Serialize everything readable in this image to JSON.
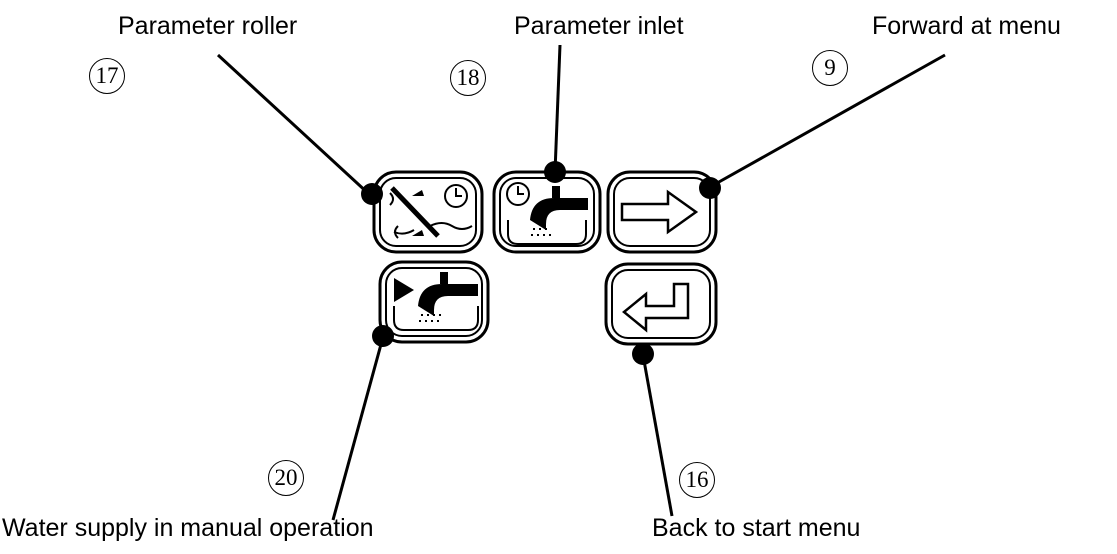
{
  "labels": {
    "parameter_roller": "Parameter roller",
    "parameter_inlet": "Parameter inlet",
    "forward_at_menu": "Forward at menu",
    "water_supply_manual": "Water supply in manual operation",
    "back_to_start_menu": "Back to start menu"
  },
  "numbers": {
    "parameter_roller": "17",
    "parameter_inlet": "18",
    "forward_at_menu": "9",
    "water_supply_manual": "20",
    "back_to_start_menu": "16"
  },
  "icons": {
    "parameter_roller": "roller-clock-icon",
    "parameter_inlet": "tap-clock-icon",
    "forward_at_menu": "arrow-right-icon",
    "water_supply_manual": "tap-play-icon",
    "back_to_start_menu": "return-arrow-icon"
  },
  "colors": {
    "ink": "#000000",
    "background": "#ffffff"
  }
}
